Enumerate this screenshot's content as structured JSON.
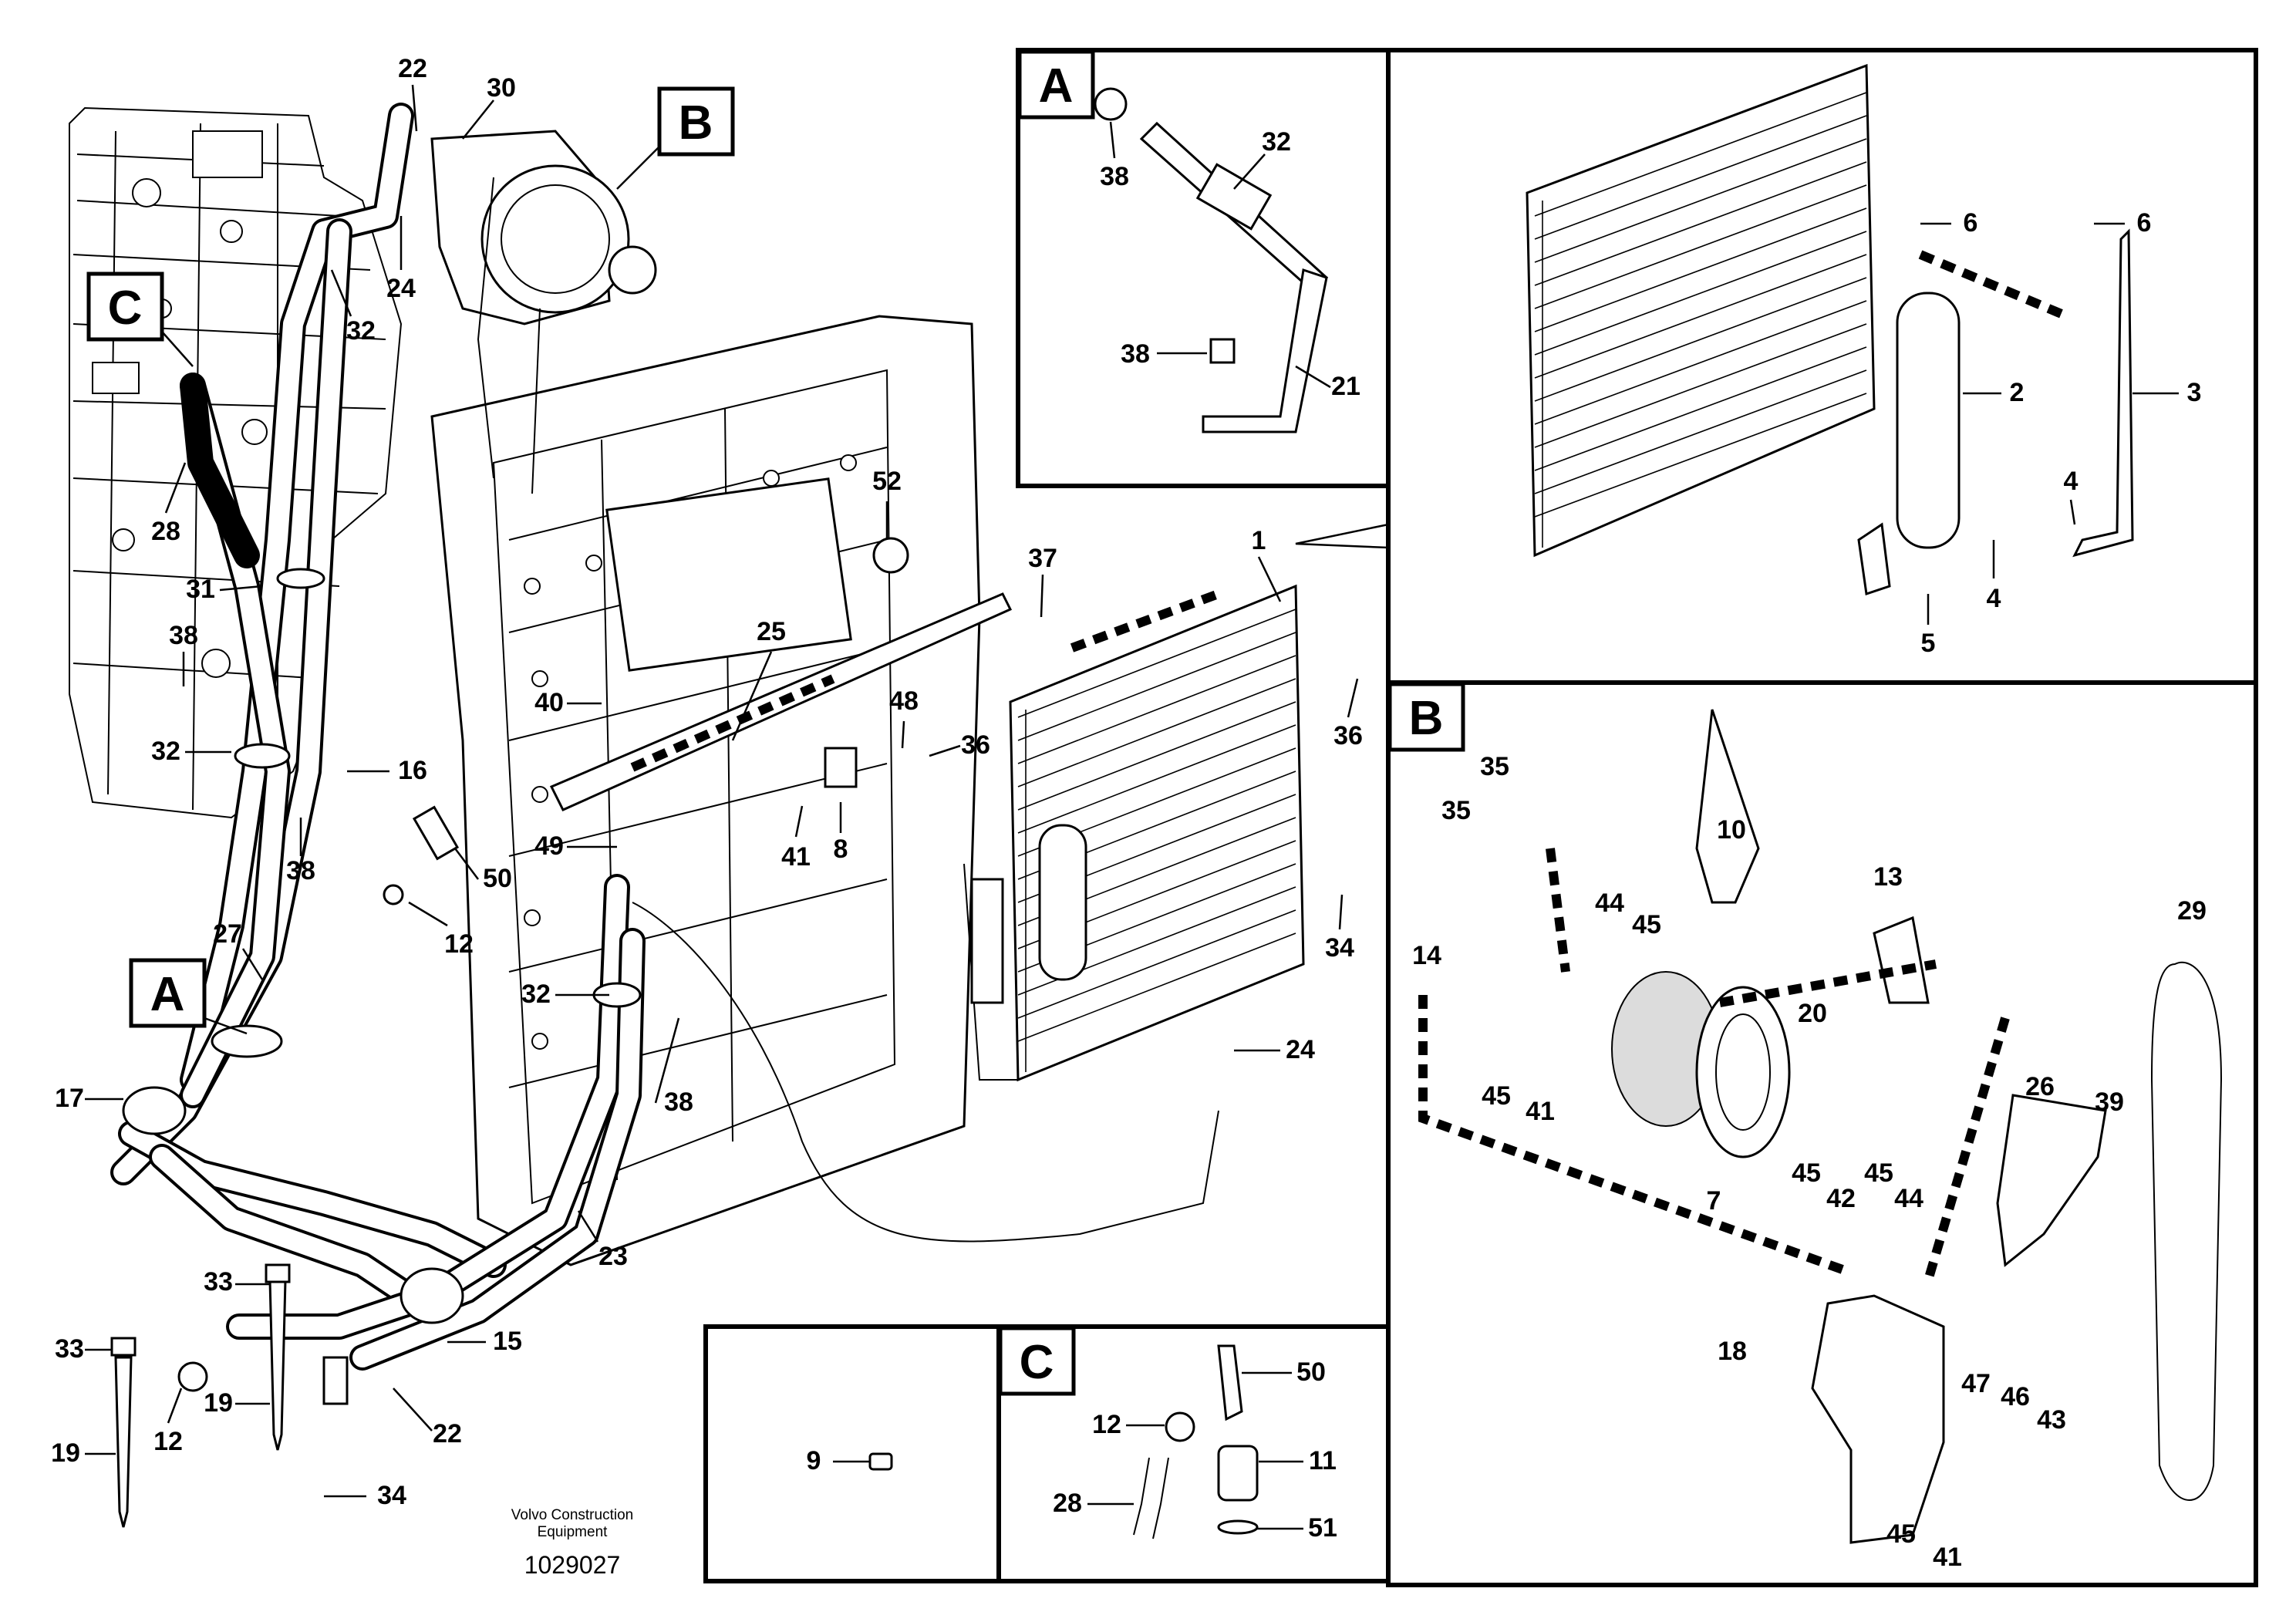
{
  "diagram": {
    "view_labels": {
      "A": "A",
      "B": "B",
      "C": "C"
    },
    "footer": {
      "company_line1": "Volvo Construction",
      "company_line2": "Equipment",
      "doc_number": "1029027"
    },
    "callouts_main": [
      "22",
      "30",
      "24",
      "32",
      "28",
      "31",
      "38",
      "32",
      "16",
      "38",
      "50",
      "12",
      "27",
      "17",
      "33",
      "33",
      "19",
      "19",
      "12",
      "34",
      "22",
      "15",
      "23",
      "32",
      "38",
      "40",
      "49",
      "25",
      "52",
      "37",
      "48",
      "41",
      "8",
      "36",
      "36",
      "34",
      "24",
      "1"
    ],
    "callouts_detail_a": [
      "38",
      "32",
      "38",
      "21"
    ],
    "callouts_condenser": [
      "6",
      "6",
      "2",
      "3",
      "4",
      "4",
      "5"
    ],
    "callouts_detail_b": [
      "35",
      "35",
      "44",
      "45",
      "10",
      "13",
      "14",
      "20",
      "45",
      "41",
      "45",
      "42",
      "45",
      "44",
      "7",
      "26",
      "39",
      "29",
      "18",
      "47",
      "46",
      "43",
      "45",
      "41"
    ],
    "callouts_detail_9": [
      "9"
    ],
    "callouts_detail_c": [
      "50",
      "12",
      "11",
      "28",
      "51"
    ]
  }
}
